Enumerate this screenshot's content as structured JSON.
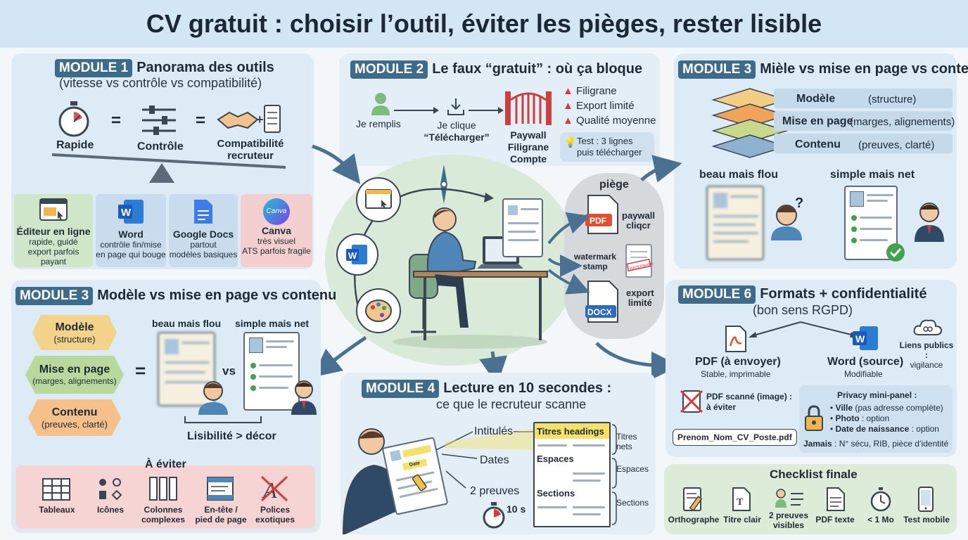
{
  "title": "CV gratuit : choisir l’outil, éviter les pièges, rester lisible",
  "m1": {
    "badge": "MODULE 1",
    "title": "Panorama des outils",
    "subtitle": "(vitesse vs contrôle vs compatibilité)",
    "rapide": "Rapide",
    "eq": "=",
    "controle": "Contrôle",
    "compat": [
      "Compatibilité",
      "recruteur"
    ],
    "tools": [
      {
        "name": "Éditeur en ligne",
        "l1": "rapide, guidé",
        "l2": "export parfois payant"
      },
      {
        "name": "Word",
        "l1": "contrôle fin/mise",
        "l2": "en page qui bouge"
      },
      {
        "name": "Google Docs",
        "l1": "partout",
        "l2": "modèles basiques"
      },
      {
        "name": "Canva",
        "l1": "très visuel",
        "l2": "ATS parfois fragile"
      }
    ],
    "canva_logo": "Canva"
  },
  "m2": {
    "badge": "MODULE 2",
    "title": "Le faux “gratuit” : où ça bloque",
    "remplis": "Je remplis",
    "clique": [
      "Je clique",
      "“Télécharger”"
    ],
    "paywall": [
      "Paywall",
      "Filigrane",
      "Compte"
    ],
    "risks": [
      "Filigrane",
      "Export limité",
      "Qualité moyenne"
    ],
    "test": [
      "Test : 3 lignes",
      "puis télécharger"
    ]
  },
  "m3top": {
    "badge": "MODULE 3",
    "title": "Mièle vs mise en page vs contenu",
    "layers": [
      {
        "k": "Modèle",
        "v": "(structure)"
      },
      {
        "k": "Mise en page",
        "v": "(marges, alignements)"
      },
      {
        "k": "Contenu",
        "v": "(preuves, clarté)"
      }
    ],
    "beau": "beau mais flou",
    "simple": "simple mais net",
    "q": "?"
  },
  "center": {
    "piege": "piège",
    "pdf": "PDF",
    "paywall": [
      "paywall",
      "cliqcr"
    ],
    "watermark": [
      "watermark",
      "stamp"
    ],
    "stamp": "WATERMARK",
    "docx": "DOCX",
    "export": [
      "export",
      "limité"
    ]
  },
  "m3": {
    "badge": "MODULE 3",
    "title": "Modèle vs mise en page vs contenu",
    "hex": [
      {
        "k": "Modèle",
        "v": "(structure)"
      },
      {
        "k": "Mise en page",
        "v": "(marges, alignements)"
      },
      {
        "k": "Contenu",
        "v": "(preuves, clarté)"
      }
    ],
    "eq": "=",
    "vs": "vs",
    "beau": "beau mais flou",
    "simple": "simple mais net",
    "lisibilite": "Lisibilité > décor",
    "avoid_title": "À éviter",
    "avoid": [
      {
        "l1": "Tableaux",
        "l2": ""
      },
      {
        "l1": "Icônes",
        "l2": ""
      },
      {
        "l1": "Colonnes",
        "l2": "complexes"
      },
      {
        "l1": "En-tête /",
        "l2": "pied de page"
      },
      {
        "l1": "Polices",
        "l2": "exotiques"
      }
    ]
  },
  "m4": {
    "badge": "MODULE 4",
    "title": "Lecture en 10 secondes :",
    "subtitle": "ce que le recruteur scanne",
    "labels": [
      "Intitulés",
      "Dates",
      "2 preuves"
    ],
    "timer": "10 s",
    "doc_date": "Date",
    "sections": [
      "Titres headings",
      "Espaces",
      "Sections"
    ],
    "side": [
      "Titres",
      "nets",
      "Espaces",
      "Sections"
    ]
  },
  "m6": {
    "badge": "MODULE 6",
    "title": "Formats + confidentialité",
    "subtitle": "(bon sens RGPD)",
    "pdf": "PDF (à envoyer)",
    "pdf_sub": "Stable, imprimable",
    "word": "Word (source)",
    "word_sub": "Modifiable",
    "liens": [
      "Liens publics :",
      "vigilance"
    ],
    "scanned": [
      "PDF scanné (image) :",
      "à éviter"
    ],
    "filename": "Prenom_Nom_CV_Poste.pdf",
    "privacy_title": "Privacy mini-panel :",
    "privacy": [
      {
        "b": "Ville",
        "t": " (pas adresse complète)"
      },
      {
        "b": "Photo",
        "t": " : option"
      },
      {
        "b": "Date de naissance",
        "t": " : option"
      }
    ],
    "jamais_b": "Jamais",
    "jamais_t": " : N° sécu, RIB, pièce d’identité"
  },
  "checklist": {
    "title": "Checklist finale",
    "items": [
      {
        "l1": "Orthographe",
        "l2": ""
      },
      {
        "l1": "Titre clair",
        "l2": ""
      },
      {
        "l1": "2 preuves",
        "l2": "visibles"
      },
      {
        "l1": "PDF texte",
        "l2": ""
      },
      {
        "l1": "< 1 Mo",
        "l2": ""
      },
      {
        "l1": "Test mobile",
        "l2": ""
      }
    ]
  },
  "colors": {
    "accent": "#3f6b8a",
    "arrow": "#4a7191",
    "danger": "#d63a3a",
    "ok": "#3fa34d"
  }
}
